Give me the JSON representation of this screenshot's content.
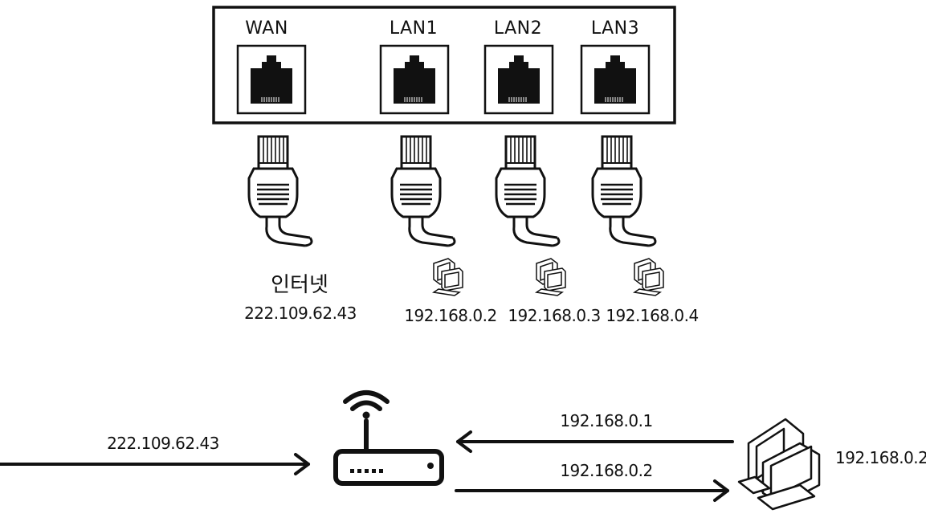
{
  "router_panel": {
    "ports": [
      {
        "label": "WAN",
        "connected_to": "인터넷",
        "ip": "222.109.62.43"
      },
      {
        "label": "LAN1",
        "ip": "192.168.0.2"
      },
      {
        "label": "LAN2",
        "ip": "192.168.0.3"
      },
      {
        "label": "LAN3",
        "ip": "192.168.0.4"
      }
    ]
  },
  "flow": {
    "wan_ip": "222.109.62.43",
    "gateway_ip": "192.168.0.1",
    "assigned_ip": "192.168.0.2",
    "pc_ip": "192.168.0.2"
  },
  "icons": [
    "rj45-port-icon",
    "ethernet-plug-icon",
    "pc-icon",
    "wifi-router-icon",
    "arrow-icon"
  ],
  "colors": {
    "stroke": "#111111",
    "background": "#ffffff"
  }
}
